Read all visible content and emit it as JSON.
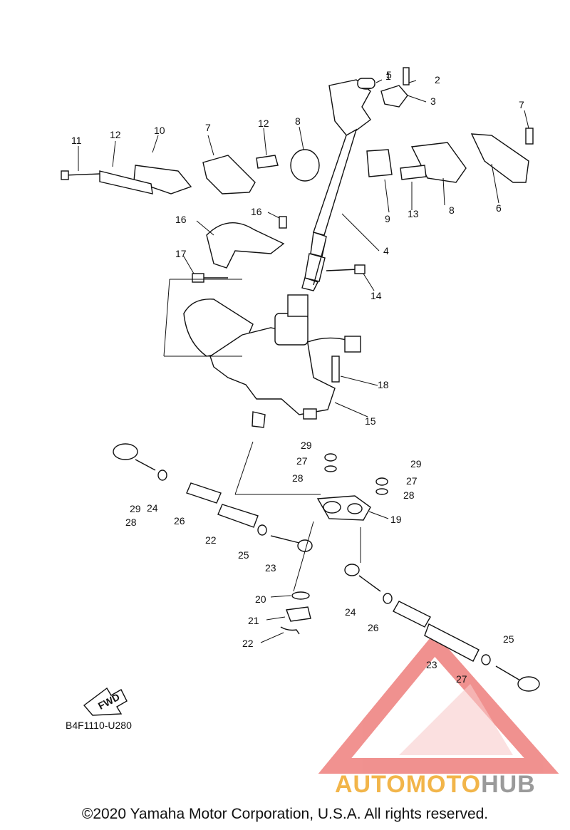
{
  "diagram": {
    "code": "B4F1110-U280",
    "fwd_label": "FWD",
    "copyright": "©2020 Yamaha Motor Corporation, U.S.A. All rights reserved.",
    "watermark": {
      "part1": "AUTOMOTO",
      "part2": "HUB",
      "color1": "#f2b54a",
      "color2": "#9a9a9a",
      "logo_color": "#e53935"
    },
    "callouts": [
      "1",
      "2",
      "3",
      "4",
      "5",
      "6",
      "7",
      "7",
      "8",
      "8",
      "9",
      "10",
      "11",
      "12",
      "12",
      "13",
      "14",
      "15",
      "16",
      "16",
      "17",
      "18",
      "19",
      "20",
      "21",
      "22",
      "22",
      "23",
      "23",
      "24",
      "24",
      "25",
      "25",
      "26",
      "26",
      "27",
      "27",
      "27",
      "28",
      "28",
      "28",
      "29",
      "29",
      "29"
    ]
  }
}
